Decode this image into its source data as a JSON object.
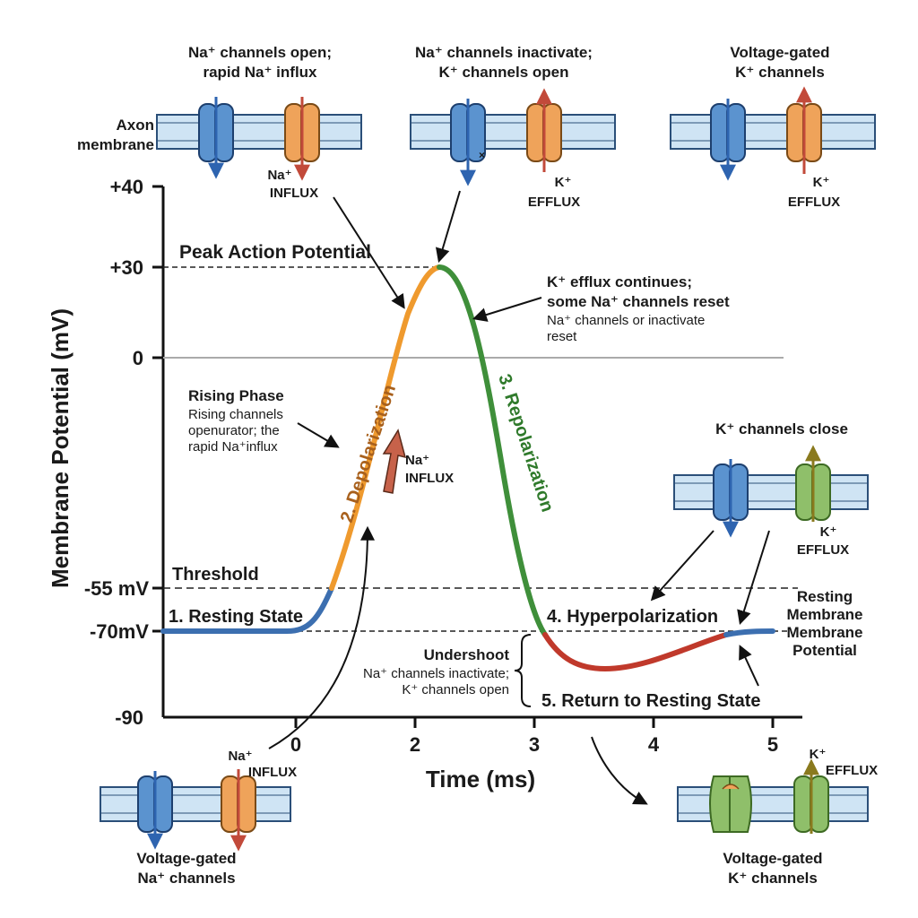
{
  "axes": {
    "ylabel": "Membrane Potential (mV)",
    "xlabel": "Time (ms)",
    "y_ticks": [
      "+40",
      "+30",
      "0",
      "-55 mV",
      "-70mV",
      "-90"
    ],
    "x_ticks": [
      "0",
      "2",
      "3",
      "4",
      "5"
    ]
  },
  "top_panels": {
    "p1_title": [
      "Na⁺ channels open;",
      "rapid Na⁺ influx"
    ],
    "p1_side": [
      "Axon",
      "membrane"
    ],
    "p1_label": [
      "Na⁺",
      "INFLUX"
    ],
    "p2_title": [
      "Na⁺ channels inactivate;",
      "K⁺ channels open"
    ],
    "p2_label": [
      "K⁺",
      "EFFLUX"
    ],
    "p3_title": [
      "Voltage-gated",
      "K⁺ channels"
    ],
    "p3_label": [
      "K⁺",
      "EFFLUX"
    ]
  },
  "annotations": {
    "peak": "Peak Action Potential",
    "k_efflux": [
      "K⁺ efflux continues;",
      "some Na⁺ channels reset"
    ],
    "k_efflux_sub": [
      "Na⁺ channels or inactivate",
      "reset"
    ],
    "rising_title": "Rising Phase",
    "rising_sub": [
      "Rising channels",
      "openurator; the",
      "rapid Na⁺influx"
    ],
    "na_influx_mid": [
      "Na⁺",
      "INFLUX"
    ],
    "threshold": "Threshold",
    "resting": "1. Resting State",
    "depolarization": "2. Depolarization",
    "repolarization": "3. Repolarization",
    "hyperpolarization": "4. Hyperpolarization",
    "return": "5. Return to Resting State",
    "undershoot_title": "Undershoot",
    "undershoot_sub": [
      "Na⁺ channels inactivate;",
      "K⁺ channels open"
    ],
    "resting_membrane": [
      "Resting",
      "Membrane",
      "Membrane",
      "Potential"
    ],
    "k_close": "K⁺ channels close",
    "k_close_label": [
      "K⁺",
      "EFFLUX"
    ]
  },
  "bottom_panels": {
    "left_label": [
      "Na⁺",
      "INFLUX"
    ],
    "left_caption": [
      "Voltage-gated",
      "Na⁺ channels"
    ],
    "right_label": [
      "K⁺",
      "EFFLUX"
    ],
    "right_caption": [
      "Voltage-gated",
      "K⁺ channels"
    ]
  },
  "colors": {
    "resting": "#3c6fb0",
    "depolarization": "#ef9a2e",
    "repolarization": "#3f8f3a",
    "hyperpolarization": "#c0392b",
    "membrane": "#cfe4f4",
    "na_channel": "#5b93cf",
    "k_channel": "#efa35a",
    "k_channel_green": "#8fbf6a"
  }
}
